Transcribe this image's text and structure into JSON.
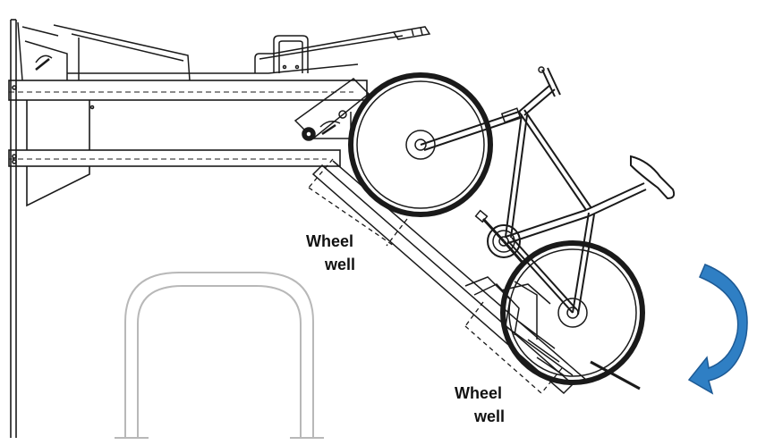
{
  "labels": {
    "upper_well_line1": "Wheel",
    "upper_well_line2": "well",
    "lower_well_line1": "Wheel",
    "lower_well_line2": "well"
  },
  "icons": {
    "rotation_arrow": "clockwise-rotation-arrow-icon"
  },
  "colors": {
    "line": "#1a1a1a",
    "grey_rack": "#b8b8b8",
    "arrow_fill": "#2f7fc4",
    "arrow_stroke": "#1d5a95"
  }
}
